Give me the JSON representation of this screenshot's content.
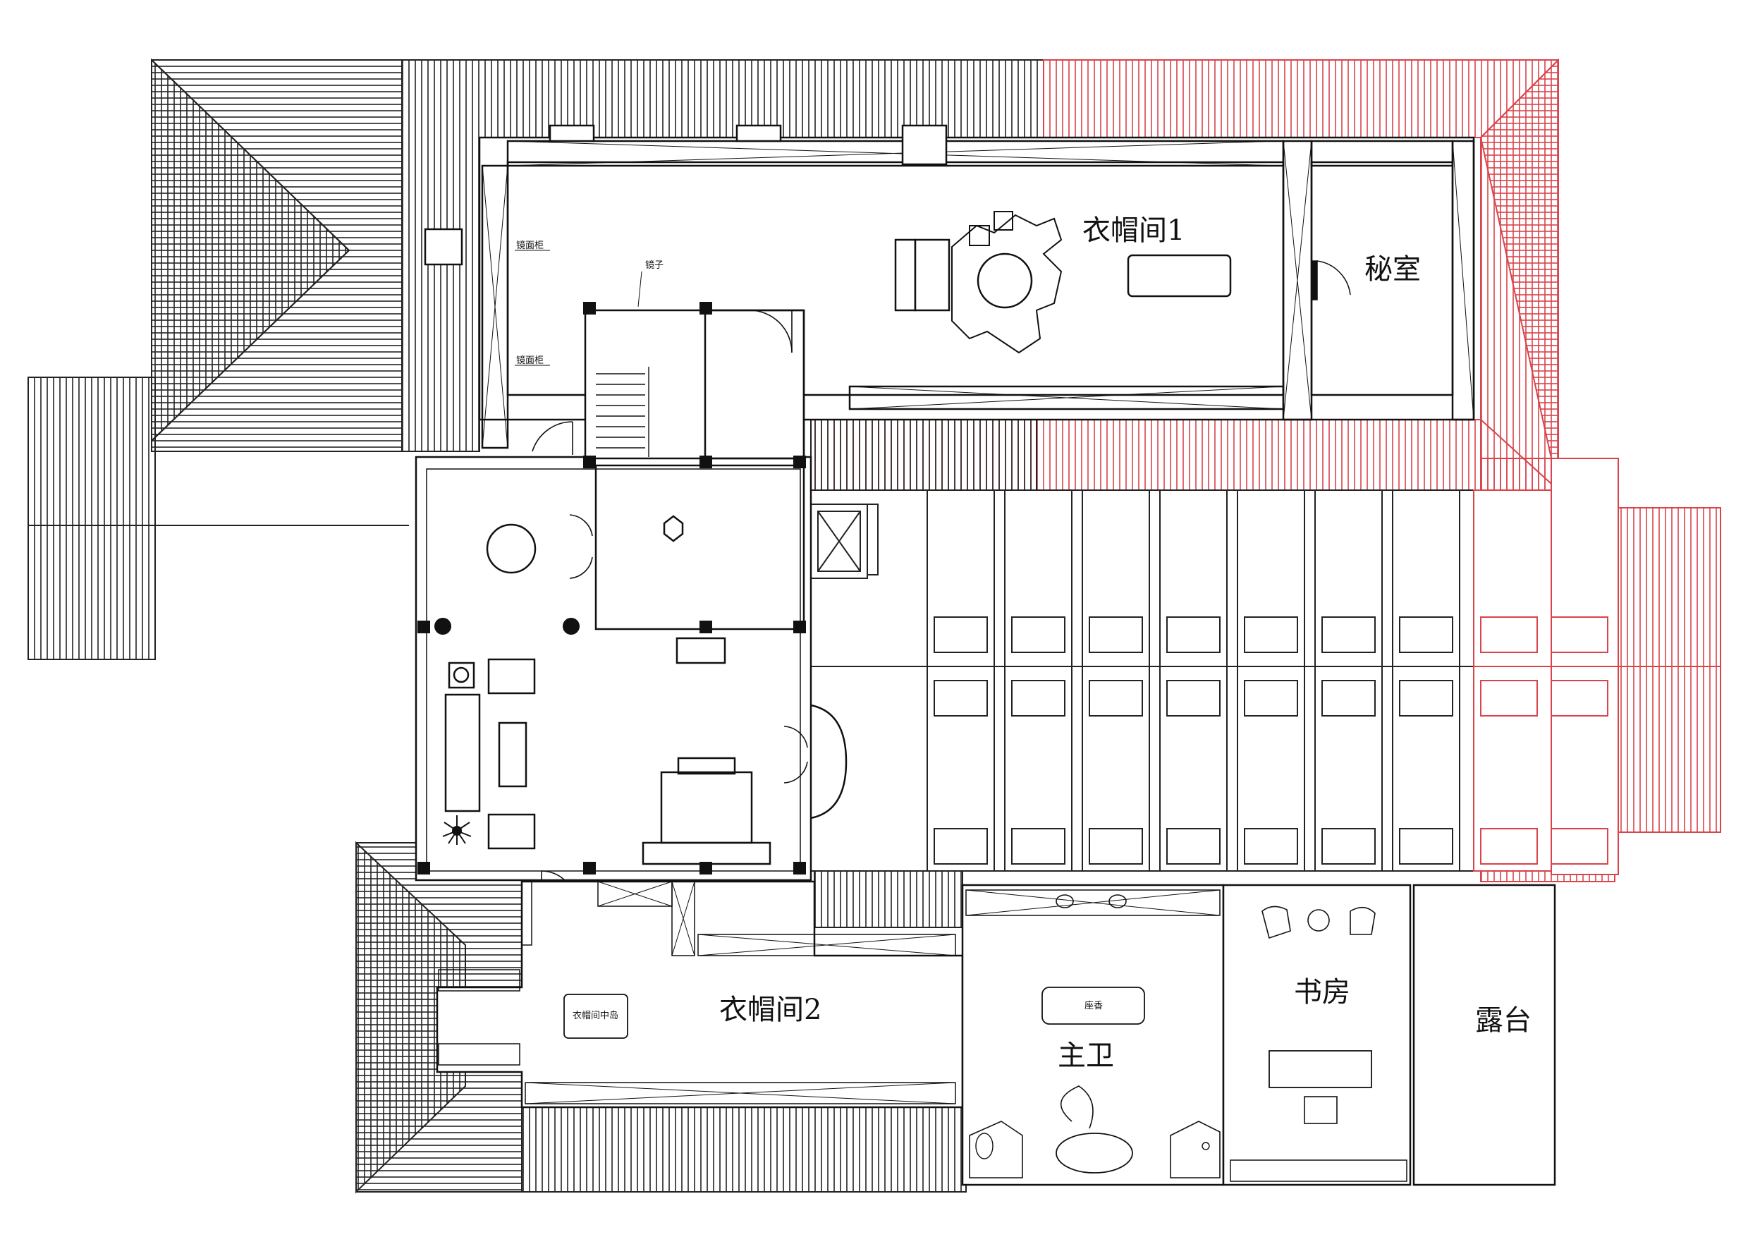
{
  "rooms": {
    "cloakroom_1": "衣帽间1",
    "secret_room": "秘室",
    "cloakroom_2": "衣帽间2",
    "master_bath": "主卫",
    "study": "书房",
    "terrace": "露台"
  },
  "annotations": {
    "mirror_cabinet_upper": "镜面柜",
    "mirror_cabinet_lower": "镜面柜",
    "mirror": "镜子",
    "cloakroom_island": "衣帽间中岛",
    "bath_seat": "座香"
  },
  "colors": {
    "line": "#111111",
    "existing_roof_red": "#d9434b",
    "background": "#ffffff"
  }
}
